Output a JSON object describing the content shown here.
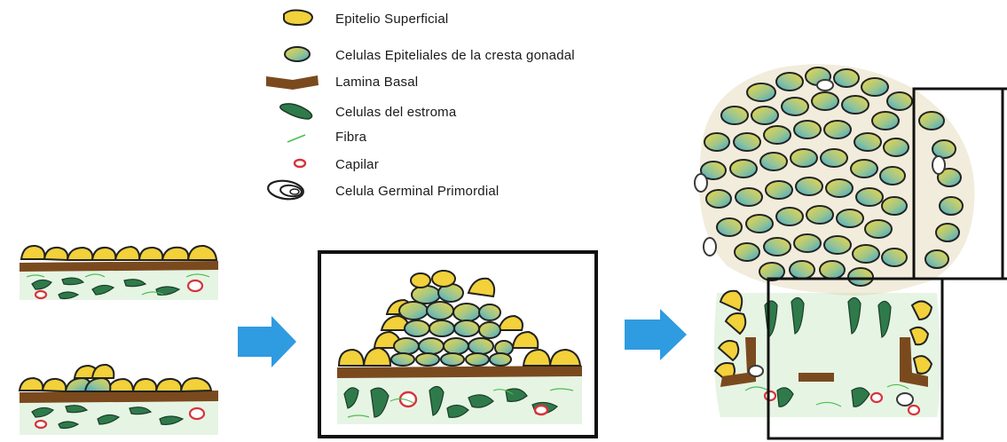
{
  "legend": {
    "items": [
      {
        "icon": "surface-epithelium-cell-icon",
        "label": "Epitelio Superficial"
      },
      {
        "icon": "gonadal-ridge-cell-icon",
        "label": "Celulas Epiteliales de la cresta gonadal"
      },
      {
        "icon": "basal-lamina-icon",
        "label": "Lamina Basal"
      },
      {
        "icon": "stromal-cell-icon",
        "label": "Celulas del estroma"
      },
      {
        "icon": "fiber-icon",
        "label": "Fibra"
      },
      {
        "icon": "capillary-icon",
        "label": "Capilar"
      },
      {
        "icon": "primordial-germ-cell-icon",
        "label": "Celula Germinal Primordial"
      }
    ]
  },
  "colors": {
    "surface_epithelium": "#f2d13a",
    "gonadal_ridge_cell_a": "#58b7c9",
    "gonadal_ridge_cell_b": "#e9d44a",
    "basal_lamina": "#7a4a1e",
    "stroma_cell": "#2f7a4a",
    "fiber": "#4bbf4f",
    "capillary": "#d6343a",
    "germ_cell": "#3a3a3a",
    "arrow": "#2f9be0",
    "frame": "#111111",
    "stroma_bg": "#e6f4e4"
  }
}
